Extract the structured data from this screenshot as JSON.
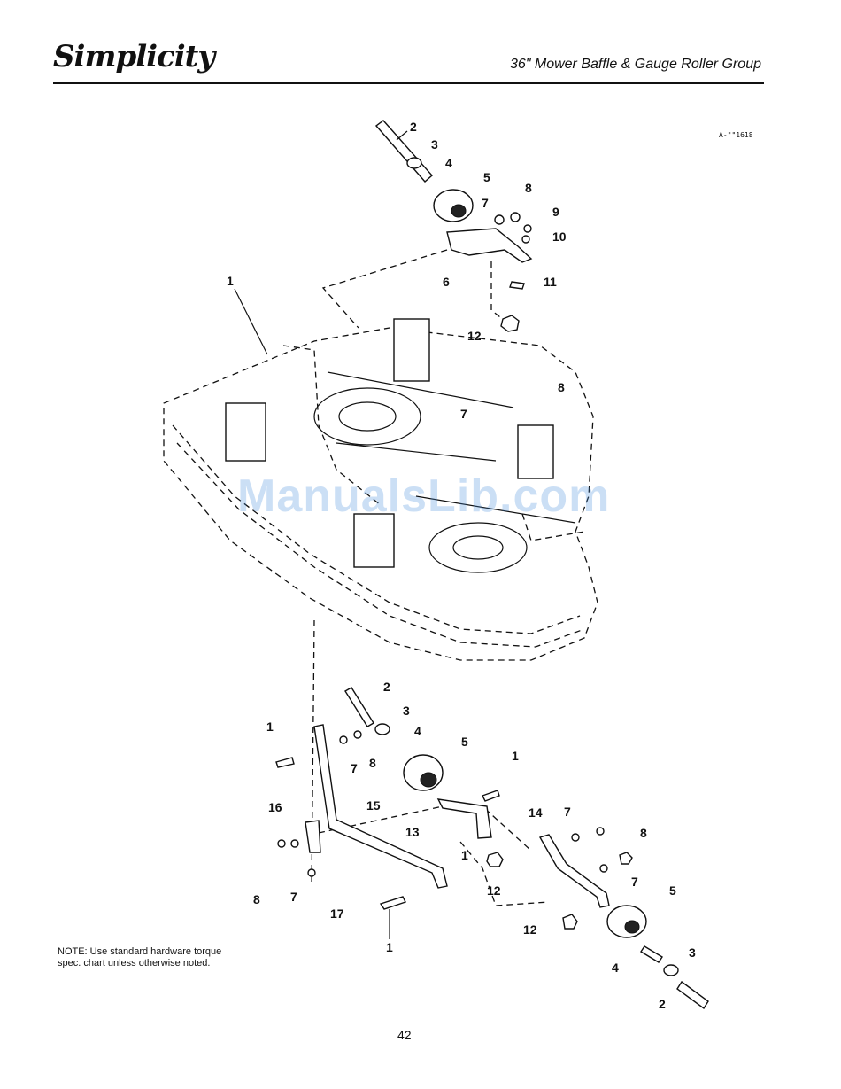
{
  "header": {
    "brand": "Simplicity",
    "title": "36\" Mower Baffle & Gauge Roller Group",
    "figure_id": "A-\"\"1618"
  },
  "callouts": [
    "1",
    "2",
    "3",
    "4",
    "5",
    "6",
    "7",
    "8",
    "9",
    "10",
    "11",
    "12",
    "13",
    "14",
    "15",
    "16",
    "17"
  ],
  "note": "NOTE: Use standard hardware torque spec. chart unless otherwise noted.",
  "watermark": "ManualsLib.com",
  "page_number": "42"
}
